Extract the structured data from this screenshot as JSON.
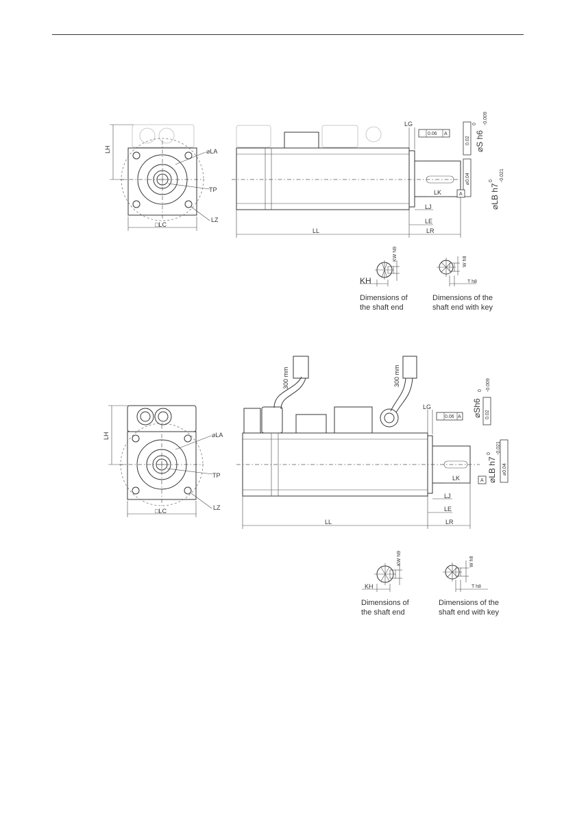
{
  "drawings": [
    {
      "front_view": {
        "lh": "LH",
        "la": "⌀LA",
        "tp": "TP",
        "lz": "LZ",
        "lc": "□LC"
      },
      "side_view": {
        "lg": "LG",
        "ll": "LL",
        "lr": "LR",
        "lj": "LJ",
        "le": "LE",
        "lk": "LK",
        "datum": "A",
        "runout_tol": "0.06",
        "perp_tol": "0.02",
        "conc_tol": "⌀0.04",
        "shaft_dim": "⌀S h6",
        "shaft_tol_upper": "0",
        "shaft_tol_lower": "-0.009",
        "pilot_dim": "⌀LB h7",
        "pilot_tol_upper": "0",
        "pilot_tol_lower": "-0.021"
      },
      "shaft_end": {
        "kw": "KW N9",
        "kh": "KH",
        "caption_line1": "Dimensions of",
        "caption_line2": "the shaft end"
      },
      "shaft_key": {
        "w": "W h8",
        "t": "T h8",
        "caption_line1": "Dimensions of the",
        "caption_line2": "shaft end with key"
      }
    },
    {
      "front_view": {
        "lh": "LH",
        "la": "⌀LA",
        "tp": "TP",
        "lz": "LZ",
        "lc": "□LC"
      },
      "side_view": {
        "cable_a": "300 mm",
        "cable_b": "300 mm",
        "lg": "LG",
        "ll": "LL",
        "lr": "LR",
        "lj": "LJ",
        "le": "LE",
        "lk": "LK",
        "datum": "A",
        "runout_tol": "0.06",
        "perp_tol": "0.02",
        "conc_tol": "⌀0.04",
        "shaft_dim": "⌀Sh6",
        "shaft_tol_upper": "0",
        "shaft_tol_lower": "-0.009",
        "pilot_dim": "⌀LB h7",
        "pilot_tol_upper": "0",
        "pilot_tol_lower": "-0.021"
      },
      "shaft_end": {
        "kw": "KW N9",
        "kh": "KH",
        "caption_line1": "Dimensions of",
        "caption_line2": "the shaft end"
      },
      "shaft_key": {
        "w": "W h8",
        "t": "T h8",
        "caption_line1": "Dimensions of the",
        "caption_line2": "shaft end with key"
      }
    }
  ]
}
